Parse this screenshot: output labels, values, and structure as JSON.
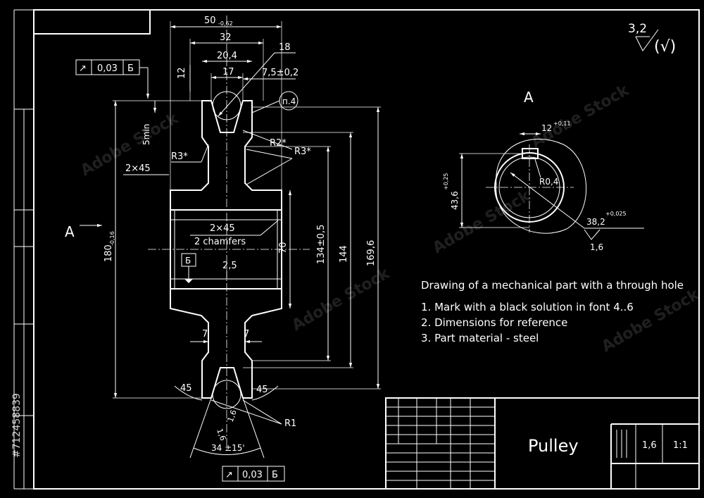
{
  "title_block": {
    "part_name": "Pulley",
    "mass": "1,6",
    "scale": "1:1"
  },
  "notes": {
    "heading": "Drawing of a mechanical part with a through hole",
    "items": [
      "1. Mark with a black solution in font 4..6",
      "2. Dimensions for reference",
      "3. Part material - steel"
    ]
  },
  "roughness": {
    "value": "3,2",
    "symbol": "(√)"
  },
  "view_labels": {
    "main_arrow": "A",
    "section": "A"
  },
  "dims": {
    "overall_width": "50",
    "overall_width_tol": "-0,62",
    "rim_width": "32",
    "groove_width": "20,4",
    "groove_depth": "18",
    "hub_width": "17",
    "offset": "7,5±0,2",
    "top_h": "12",
    "min_depth": "5min",
    "chamfer_label": "2×45",
    "r3a": "R3*",
    "r3b": "R3*",
    "r2": "R2*",
    "note_ref": "п.4",
    "height_total": "180",
    "height_total_tol": "-0,16",
    "bore_chamfer": "2×45",
    "bore_chamfer_note": "2 chamfers",
    "bore": "70",
    "h134": "134±0,5",
    "h144": "144",
    "h169": "169,6",
    "wall": "2,5",
    "web_left": "7",
    "web_right": "7",
    "angle_left": "45",
    "angle_right": "45",
    "r1": "R1",
    "rough_a": "1,6",
    "rough_b": "1,6",
    "angle_bottom": "34 ±15'",
    "datum": "Б"
  },
  "tolerance_frames": [
    {
      "symbol": "↗",
      "value": "0,03",
      "datum": "Б"
    },
    {
      "symbol": "↗",
      "value": "0,03",
      "datum": "Б"
    }
  ],
  "section_view": {
    "key_width": "12",
    "key_width_tol": "+0,11",
    "radius": "R0,4",
    "key_height": "43,6",
    "key_height_tol": "+0,25",
    "bore": "38,2",
    "bore_tol": "+0,025",
    "rough": "1,6"
  },
  "watermark": {
    "brand": "Adobe Stock",
    "id": "#712458839"
  },
  "colors": {
    "background": "#000000",
    "lines": "#ffffff"
  }
}
